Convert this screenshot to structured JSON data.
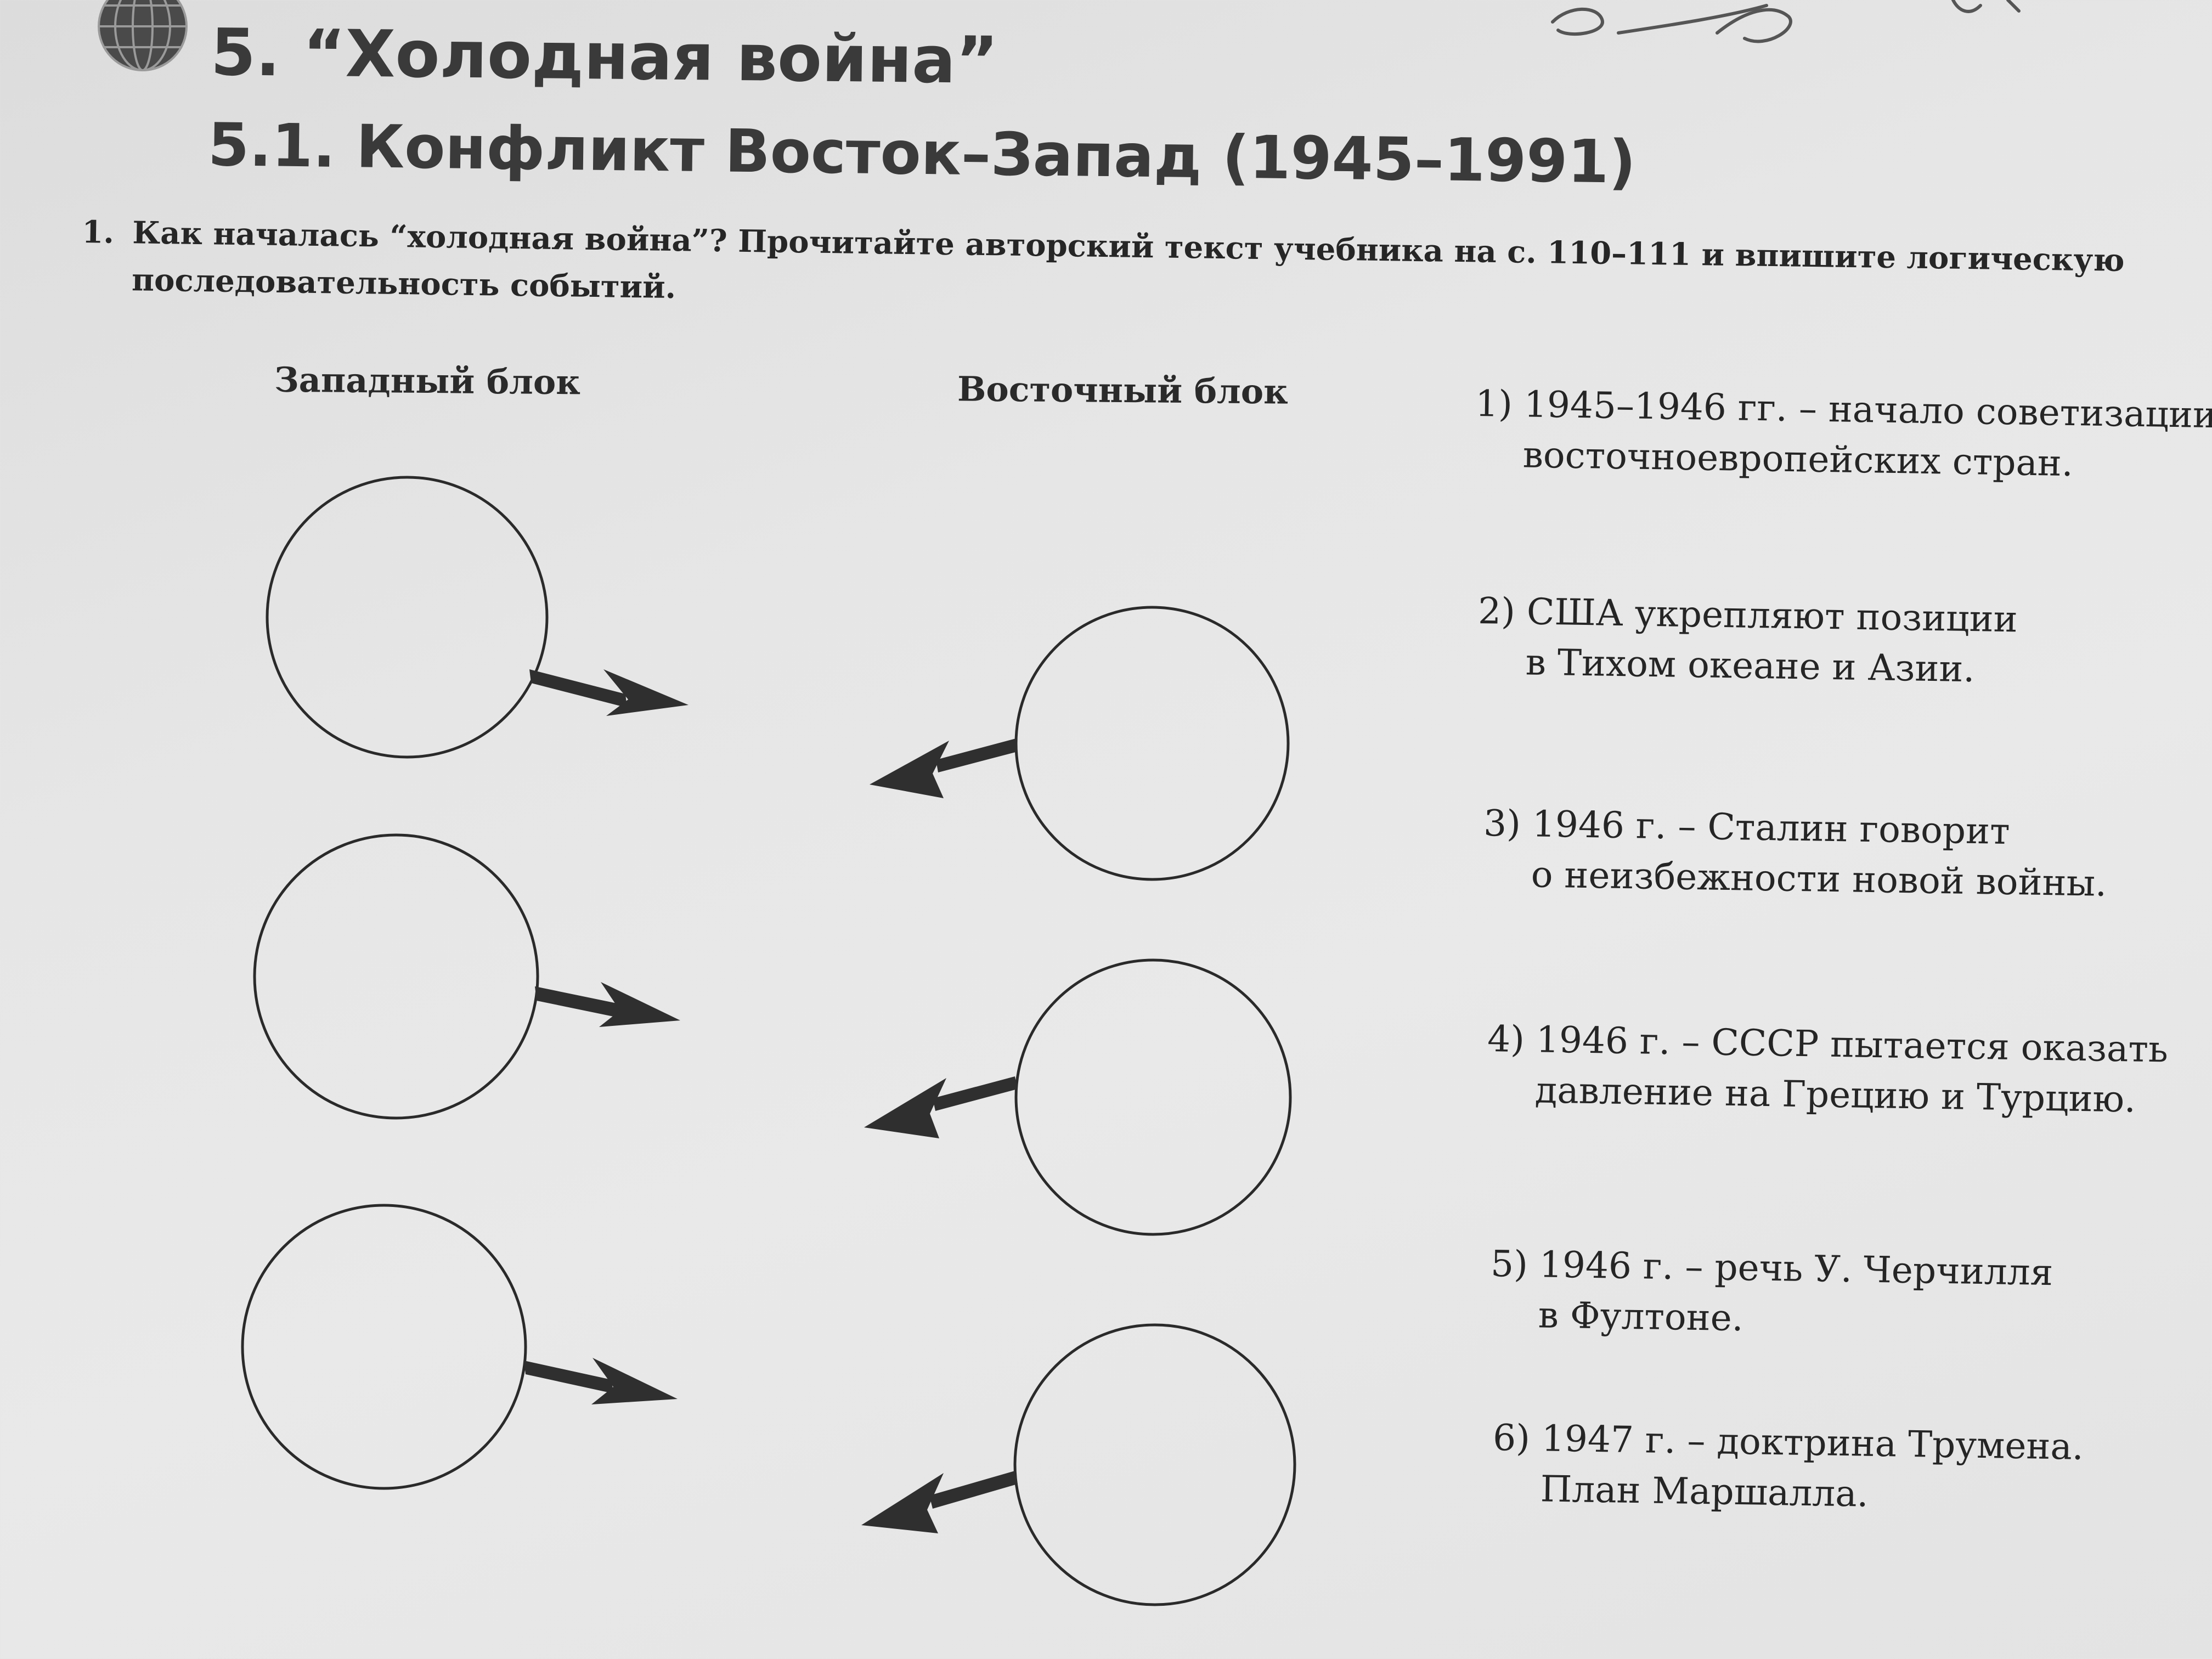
{
  "chapter": {
    "title": "5. “Холодная война”"
  },
  "section": {
    "title": "5.1. Конфликт Восток–Запад (1945–1991)"
  },
  "task": {
    "number": "1.",
    "text_line1": "Как началась “холодная война”? Прочитайте авторский текст учебника на с. 110–111 и впишите логическую",
    "text_line2": "последовательность событий."
  },
  "diagram": {
    "west_label": "Западный блок",
    "east_label": "Восточный блок",
    "west_circles": 3,
    "east_circles": 3
  },
  "events": [
    {
      "line1": "1) 1945–1946 гг. – начало советизации",
      "line2": "восточноевропейских стран."
    },
    {
      "line1": "2) США укрепляют позиции",
      "line2": "в Тихом океане и Азии."
    },
    {
      "line1": "3) 1946 г. – Сталин говорит",
      "line2": "о неизбежности новой войны."
    },
    {
      "line1": "4) 1946 г. – СССР пытается оказать",
      "line2": "давление на Грецию и Турцию."
    },
    {
      "line1": "5) 1946 г. – речь У. Черчилля",
      "line2": "в Фултоне."
    },
    {
      "line1": "6) 1947 г. – доктрина Трумена.",
      "line2": "План Маршалла."
    }
  ],
  "colors": {
    "ink": "#262626",
    "paper": "#e6e6e6"
  },
  "icons": {
    "chapter_icon": "globe-icon"
  }
}
